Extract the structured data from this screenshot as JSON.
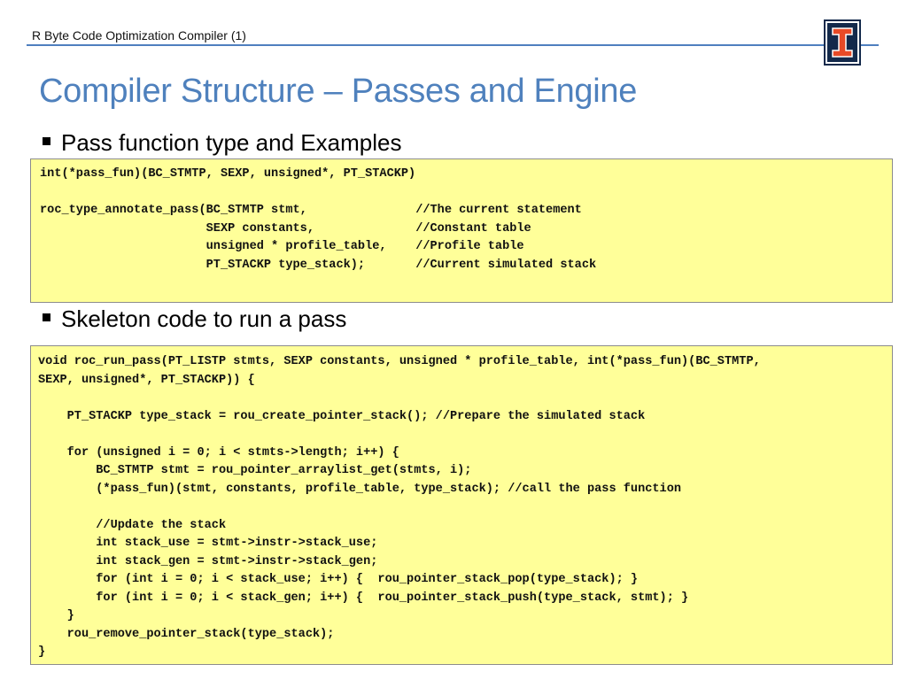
{
  "header": {
    "text": "R Byte Code Optimization Compiler (1)"
  },
  "title": "Compiler Structure – Passes and Engine",
  "bullets": {
    "b1": "Pass function type and Examples",
    "b2": "Skeleton code to  run a pass"
  },
  "code1": [
    "int(*pass_fun)(BC_STMTP, SEXP, unsigned*, PT_STACKP)",
    "",
    "roc_type_annotate_pass(BC_STMTP stmt,               //The current statement",
    "                       SEXP constants,              //Constant table",
    "                       unsigned * profile_table,    //Profile table",
    "                       PT_STACKP type_stack);       //Current simulated stack"
  ],
  "code2": [
    "void roc_run_pass(PT_LISTP stmts, SEXP constants, unsigned * profile_table, int(*pass_fun)(BC_STMTP,",
    "SEXP, unsigned*, PT_STACKP)) {",
    "",
    "    PT_STACKP type_stack = rou_create_pointer_stack(); //Prepare the simulated stack",
    "",
    "    for (unsigned i = 0; i < stmts->length; i++) {",
    "        BC_STMTP stmt = rou_pointer_arraylist_get(stmts, i);",
    "        (*pass_fun)(stmt, constants, profile_table, type_stack); //call the pass function",
    "",
    "        //Update the stack",
    "        int stack_use = stmt->instr->stack_use;",
    "        int stack_gen = stmt->instr->stack_gen;",
    "        for (int i = 0; i < stack_use; i++) {  rou_pointer_stack_pop(type_stack); }",
    "        for (int i = 0; i < stack_gen; i++) {  rou_pointer_stack_push(type_stack, stmt); }",
    "    }",
    "    rou_remove_pointer_stack(type_stack);",
    "}"
  ]
}
